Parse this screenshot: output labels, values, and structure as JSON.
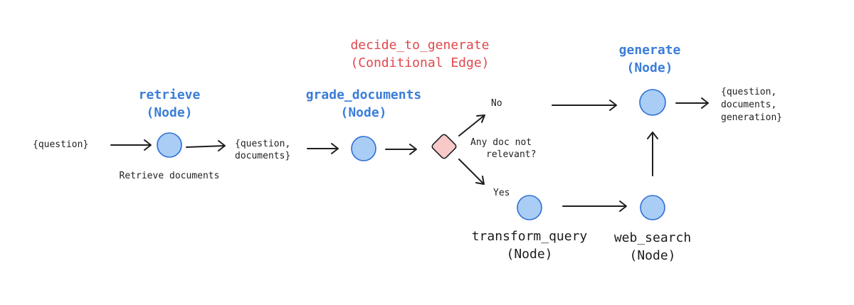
{
  "colors": {
    "node_fill": "#a9cdf5",
    "node_label": "#3b7dd8",
    "conditional_label": "#e0474c",
    "diamond_fill": "#f7c9c9",
    "edge": "#1e1e1e"
  },
  "nodes": {
    "retrieve": {
      "name": "retrieve",
      "type": "(Node)",
      "caption": "Retrieve documents"
    },
    "grade_documents": {
      "name": "grade_documents",
      "type": "(Node)"
    },
    "generate": {
      "name": "generate",
      "type": "(Node)"
    },
    "transform_query": {
      "name": "transform_query",
      "type": "(Node)"
    },
    "web_search": {
      "name": "web_search",
      "type": "(Node)"
    }
  },
  "conditional": {
    "name": "decide_to_generate",
    "type": "(Conditional Edge)",
    "question_line1": "Any doc not",
    "question_line2": "relevant?",
    "branch_no": "No",
    "branch_yes": "Yes"
  },
  "state": {
    "input": "{question}",
    "after_retrieve_line1": "{question,",
    "after_retrieve_line2": "documents}",
    "output_line1": "{question,",
    "output_line2": "documents,",
    "output_line3": "generation}"
  }
}
